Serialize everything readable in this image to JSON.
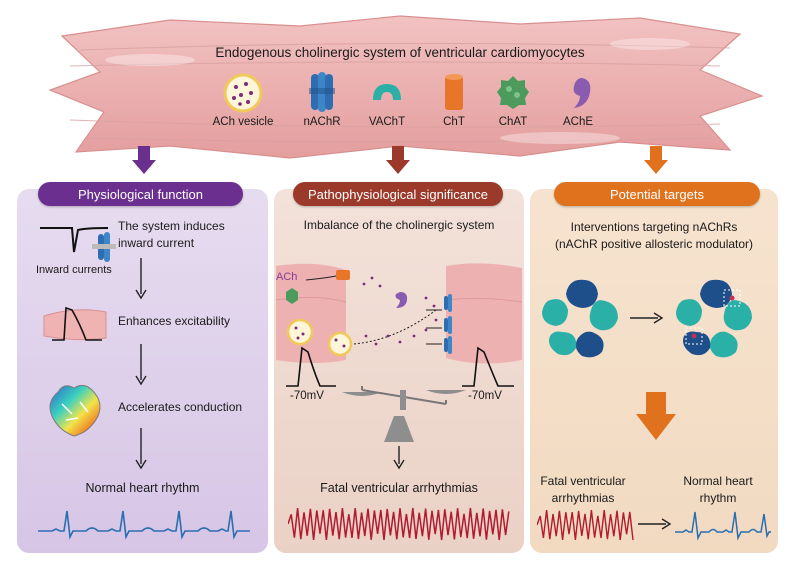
{
  "header": {
    "title": "Endogenous cholinergic system of ventricular cardiomyocytes",
    "components": [
      {
        "label": "ACh vesicle",
        "icon": "ach-vesicle-icon"
      },
      {
        "label": "nAChR",
        "icon": "nachr-icon"
      },
      {
        "label": "VAChT",
        "icon": "vacht-icon"
      },
      {
        "label": "ChT",
        "icon": "cht-icon"
      },
      {
        "label": "ChAT",
        "icon": "chat-icon"
      },
      {
        "label": "AChE",
        "icon": "ache-icon"
      }
    ]
  },
  "panels": {
    "physiological": {
      "title": "Physiological function",
      "color": "#6a2f8f",
      "inward_currents_label": "Inward currents",
      "step1_line1": "The system induces",
      "step1_line2": "inward current",
      "step2": "Enhances excitability",
      "step3": "Accelerates conduction",
      "outcome": "Normal heart rhythm"
    },
    "pathophysiological": {
      "title": "Pathophysiological significance",
      "color": "#9b3a2a",
      "subtitle": "Imbalance of the cholinergic system",
      "ach_label": "ACh",
      "voltage_left": "-70mV",
      "voltage_right": "-70mV",
      "outcome": "Fatal ventricular arrhythmias"
    },
    "targets": {
      "title": "Potential targets",
      "color": "#e0721e",
      "subtitle_line1": "Interventions targeting nAChRs",
      "subtitle_line2": "(nAChR positive allosteric modulator)",
      "from_line1": "Fatal ventricular",
      "from_line2": "arrhythmias",
      "to_line1": "Normal heart",
      "to_line2": "rhythm"
    }
  },
  "colors": {
    "muscle": "#e9a9a9",
    "ecg_normal": "#2a6fb0",
    "ecg_fatal": "#b01c2e",
    "purple_arrow": "#6a2f8f",
    "red_arrow": "#9b3a2a",
    "orange_arrow": "#e0721e"
  }
}
